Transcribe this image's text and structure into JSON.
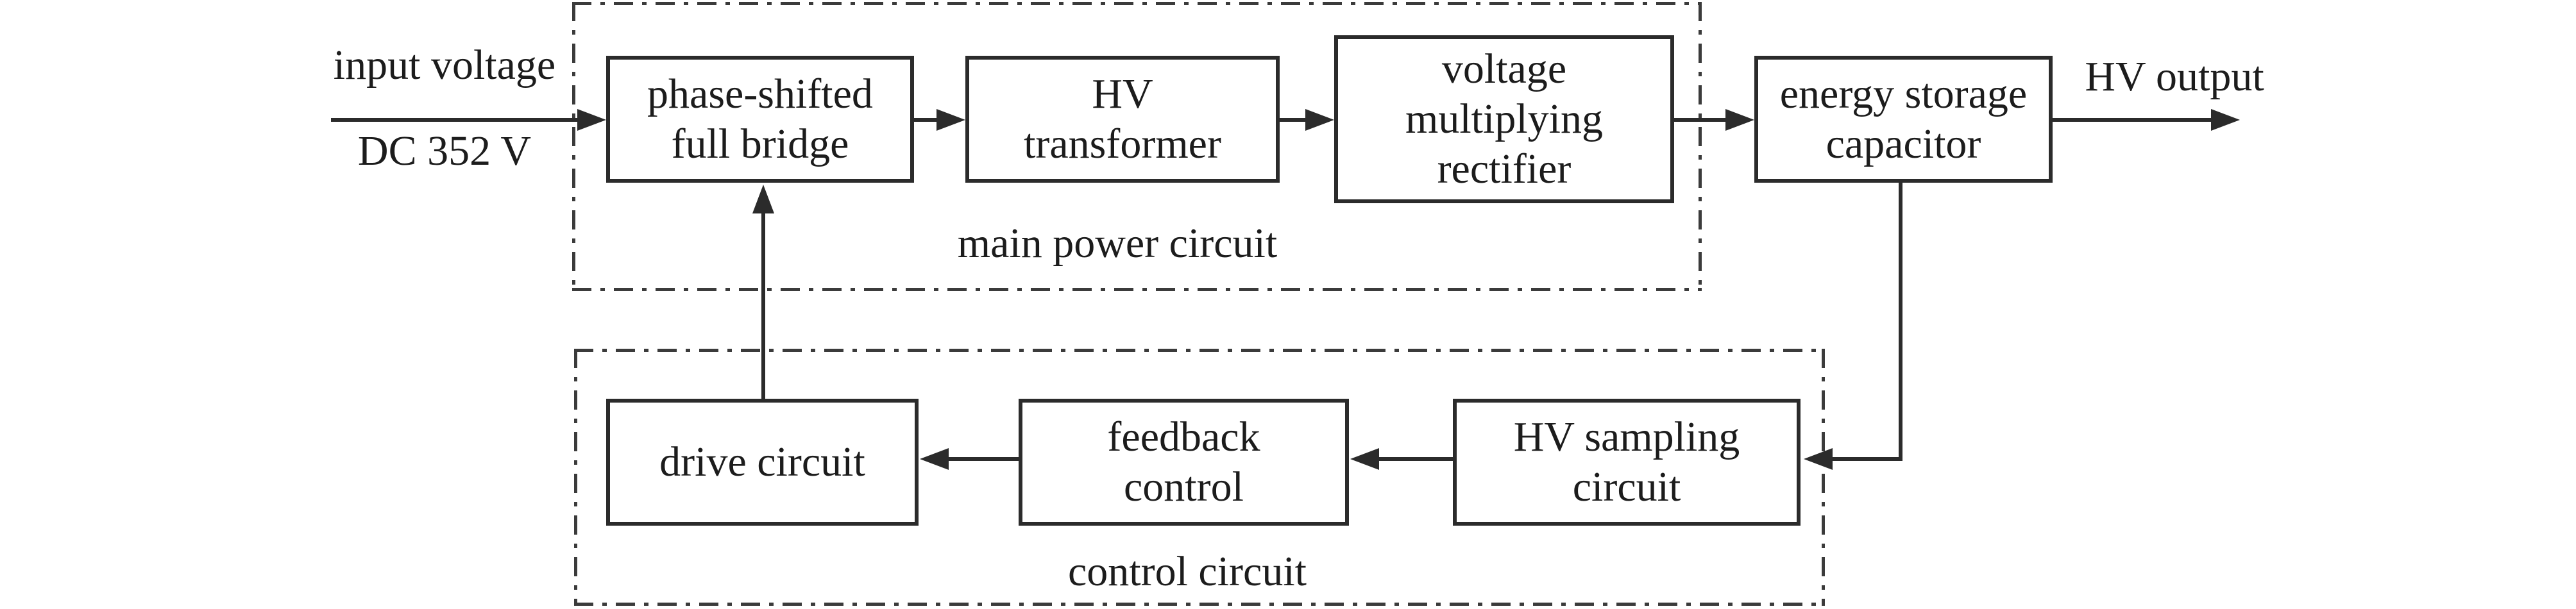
{
  "labels": {
    "input_voltage": "input voltage",
    "input_value": "DC 352 V",
    "hv_output": "HV output",
    "main_group": "main power circuit",
    "control_group": "control circuit"
  },
  "blocks": {
    "phase_shifted": {
      "line1": "phase-shifted",
      "line2": "full bridge"
    },
    "hv_transformer": {
      "line1": "HV",
      "line2": "transformer"
    },
    "voltage_multiplying": {
      "line1": "voltage",
      "line2": "multiplying",
      "line3": "rectifier"
    },
    "energy_storage": {
      "line1": "energy storage",
      "line2": "capacitor"
    },
    "drive_circuit": {
      "line1": "drive circuit"
    },
    "feedback_control": {
      "line1": "feedback",
      "line2": "control"
    },
    "hv_sampling": {
      "line1": "HV sampling",
      "line2": "circuit"
    }
  },
  "colors": {
    "line": "#2b2b2b",
    "text": "#1c1c1c",
    "background": "#ffffff"
  }
}
